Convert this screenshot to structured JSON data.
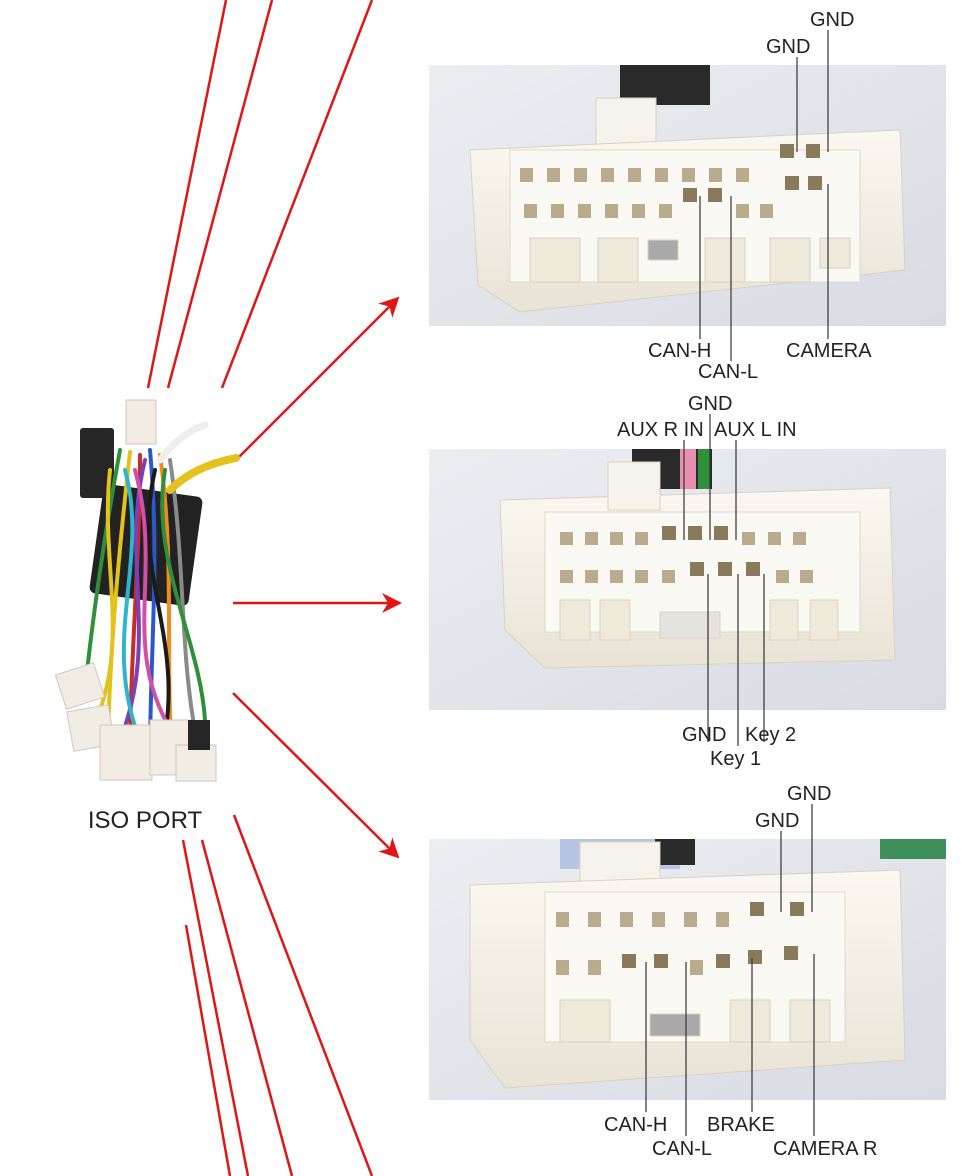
{
  "colors": {
    "arrow": "#e01515",
    "leader": "#333333",
    "connector_body": "#f3efe6",
    "cavity": "#b9ab8e"
  },
  "harness": {
    "label": "ISO PORT"
  },
  "connectors": [
    {
      "name": "connector-top",
      "labels_above": [
        "GND",
        "GND"
      ],
      "labels_below": [
        "CAN-H",
        "CAN-L",
        "CAMERA"
      ]
    },
    {
      "name": "connector-middle",
      "labels_above": [
        "GND",
        "AUX R IN",
        "AUX L IN"
      ],
      "labels_below": [
        "GND",
        "Key 2",
        "Key 1"
      ]
    },
    {
      "name": "connector-bottom",
      "labels_above": [
        "GND",
        "GND"
      ],
      "labels_below": [
        "CAN-H",
        "BRAKE",
        "CAN-L",
        "CAMERA R"
      ]
    }
  ]
}
